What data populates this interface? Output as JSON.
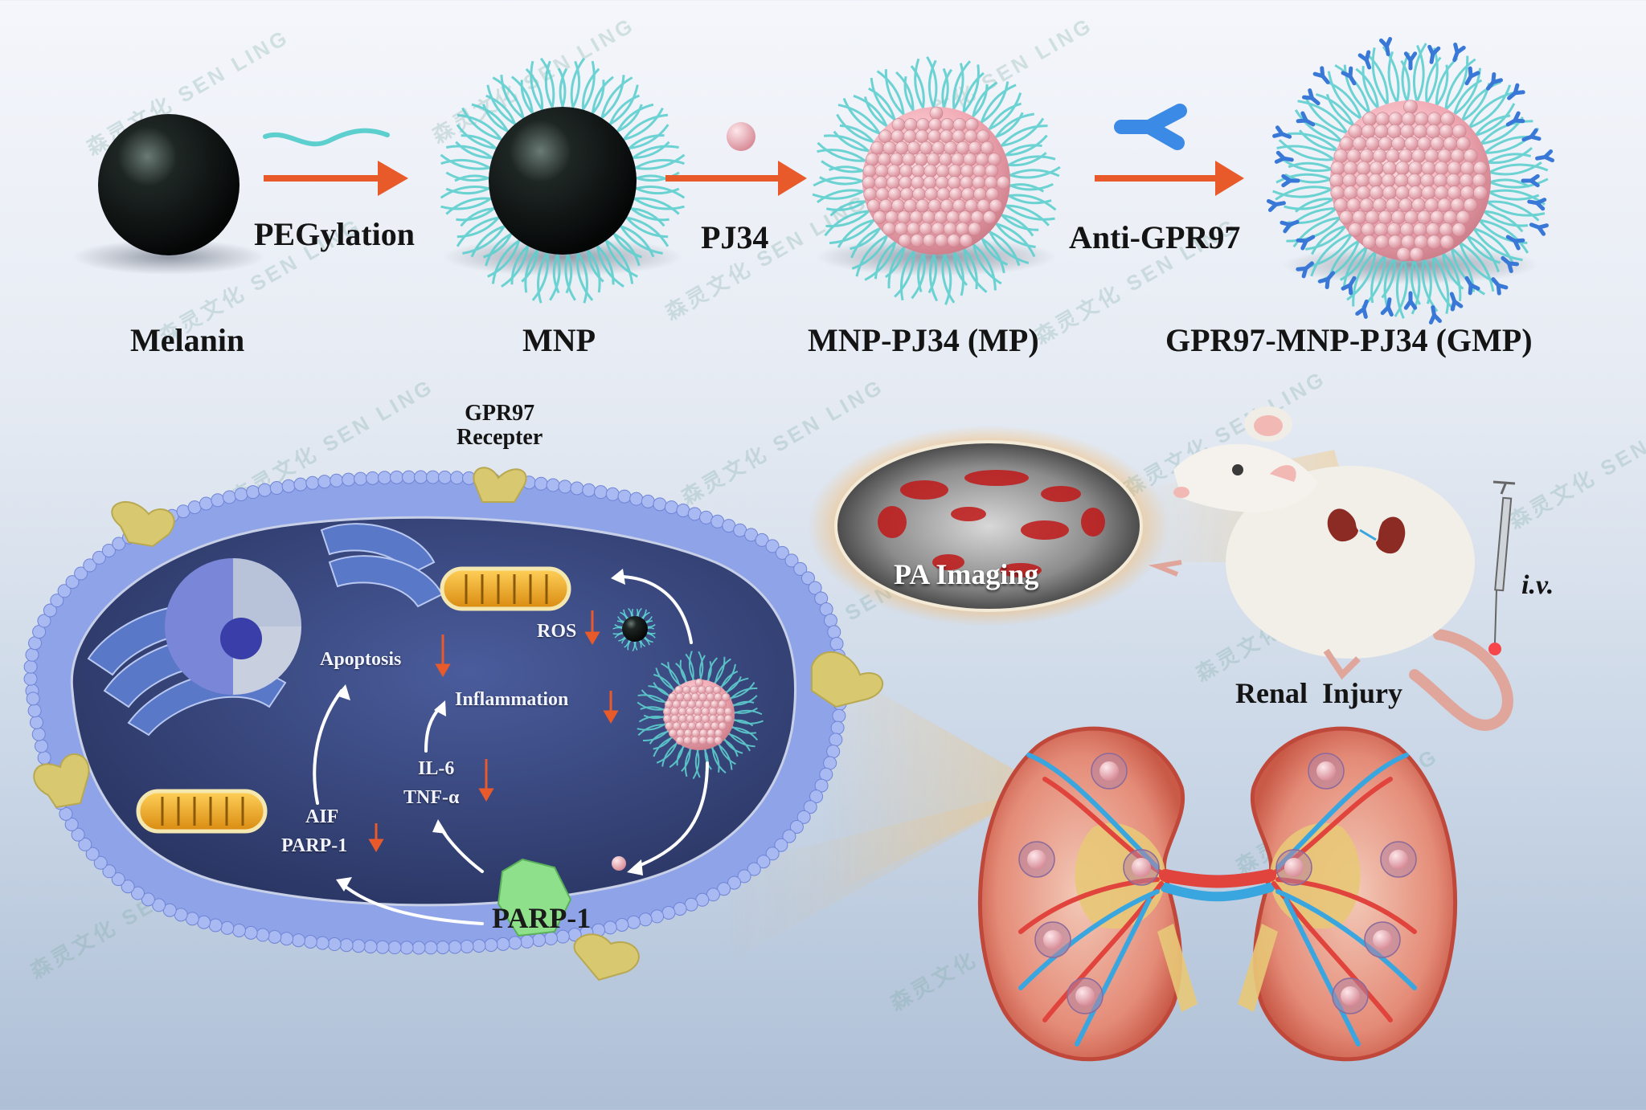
{
  "top_row": {
    "stages": [
      "Melanin",
      "MNP",
      "MNP-PJ34 (MP)",
      "GPR97-MNP-PJ34 (GMP)"
    ],
    "steps": [
      "PEGylation",
      "PJ34",
      "Anti-GPR97"
    ]
  },
  "cell": {
    "receptor": [
      "GPR97",
      "Recepter"
    ],
    "labels": {
      "ros": "ROS",
      "apoptosis": "Apoptosis",
      "inflammation": "Inflammation",
      "il6": "IL-6",
      "tnf": "TNF-α",
      "aif": "AIF",
      "parp_small": "PARP-1",
      "parp_big": "PARP-1"
    }
  },
  "imaging": {
    "pa_label": "PA Imaging",
    "injection": "i.v.",
    "renal_label": "Renal  Injury"
  },
  "watermark": {
    "chinese": "森灵文化",
    "latin": "SEN LING"
  },
  "colors": {
    "arrow": "#e85a2a",
    "membrane": "#8fa3e8",
    "cytoplasm": "#3a4a88",
    "peg": "#5ecfcf",
    "pj34": "#f2b3bd",
    "antibody": "#3a78d8",
    "vessel_red": "#e0443c",
    "vessel_blue": "#3aa6e0"
  }
}
